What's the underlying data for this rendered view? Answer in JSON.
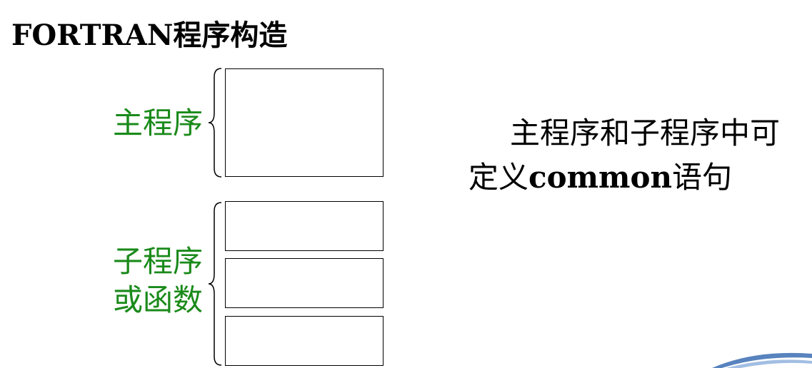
{
  "title": "FORTRAN程序构造",
  "labels": {
    "main_program": "主程序",
    "subprogram_line1": "子程序",
    "subprogram_line2": "或函数"
  },
  "note": {
    "line1": "主程序和子程序中可",
    "line2_prefix": "定义",
    "line2_keyword": "common",
    "line2_suffix": "语句"
  },
  "colors": {
    "label": "#1a8a1a",
    "swoosh": "#3b6db3"
  }
}
